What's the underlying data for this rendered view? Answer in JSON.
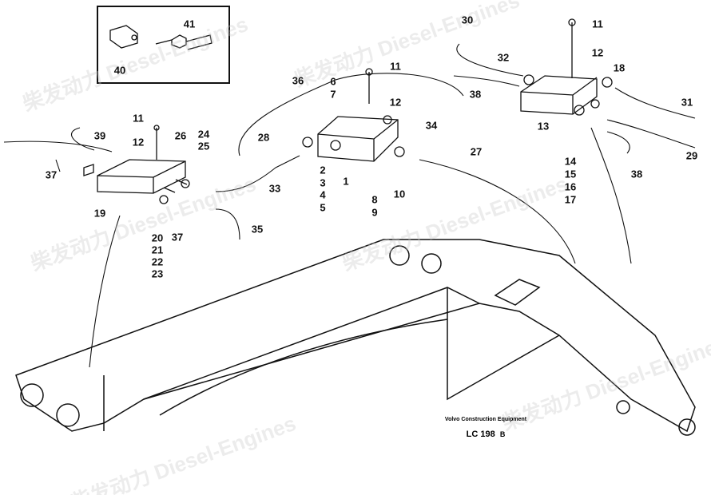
{
  "title": "Volvo Construction Equipment",
  "drawing_code": "LC 198",
  "drawing_variant": "B",
  "watermark": "柴发动力 Diesel-Engines",
  "callouts": [
    "40",
    "41",
    "11",
    "30",
    "32",
    "12",
    "18",
    "38",
    "13",
    "31",
    "29",
    "38",
    "14",
    "15",
    "16",
    "17",
    "11",
    "36",
    "6",
    "7",
    "12",
    "34",
    "28",
    "27",
    "39",
    "11",
    "12",
    "26",
    "24",
    "25",
    "37",
    "33",
    "2",
    "3",
    "4",
    "5",
    "1",
    "8",
    "9",
    "10",
    "19",
    "20",
    "21",
    "22",
    "23",
    "37",
    "35"
  ]
}
